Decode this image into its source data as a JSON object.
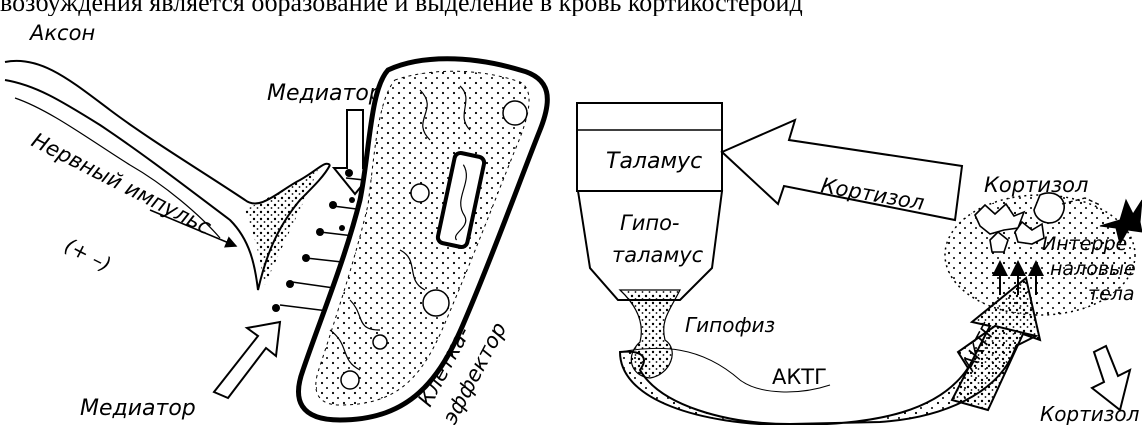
{
  "caption": "возбуждения является образование и выделение в кровь кортикостероид",
  "left_diagram": {
    "axon": "Аксон",
    "mediator_top": "Медиатор",
    "mediator_bottom": "Медиатор",
    "nerve_impulse": "Нервный импульс",
    "charge": "(+ –)",
    "effector_cell": [
      "Клетка-",
      "эффектор"
    ]
  },
  "right_diagram": {
    "thalamus": "Таламус",
    "hypothalamus": [
      "Гипо-",
      "таламус"
    ],
    "pituitary": "Гипофиз",
    "cortisol_arrow": "Кортизол",
    "cortisol_top": "Кортизол",
    "cortisol_bottom": "Кортизол",
    "acth_bottom": "АКТГ",
    "acth_arrow": "АКТГ",
    "interrenal": [
      "Интерре",
      "наловые",
      "тела"
    ]
  }
}
